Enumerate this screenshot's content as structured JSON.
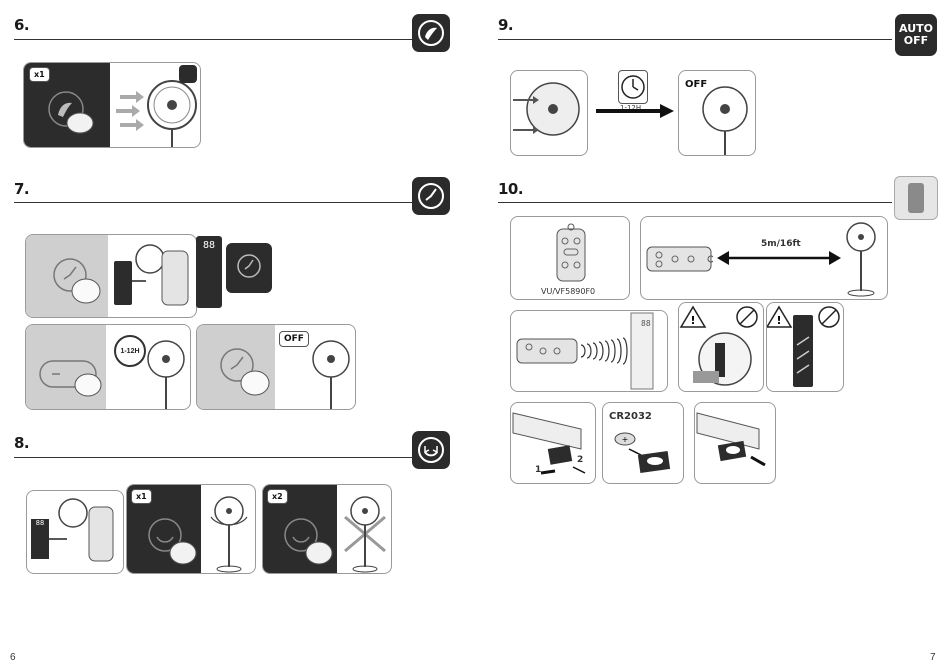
{
  "steps": {
    "s6": {
      "number": "6."
    },
    "s7": {
      "number": "7."
    },
    "s8": {
      "number": "8."
    },
    "s9": {
      "number": "9.",
      "badge": "AUTO OFF",
      "off_label": "OFF",
      "timer_label": "1-12H"
    },
    "s10": {
      "number": "10.",
      "model": "VU/VF5890F0",
      "distance": "5m/16ft",
      "battery": "CR2032",
      "arrow_1": "1",
      "arrow_2": "2"
    }
  },
  "s6_panel": {
    "multiplier": "x1"
  },
  "s7_panel": {
    "timer_label": "1-12H",
    "off_label": "OFF",
    "display_digits": "88"
  },
  "s8_panel": {
    "multiplier_1": "x1",
    "multiplier_2": "x2",
    "display_digits": "88"
  },
  "s10_panel": {
    "display_digits": "88"
  },
  "footer": {
    "page_left": "6",
    "page_right": "7"
  }
}
